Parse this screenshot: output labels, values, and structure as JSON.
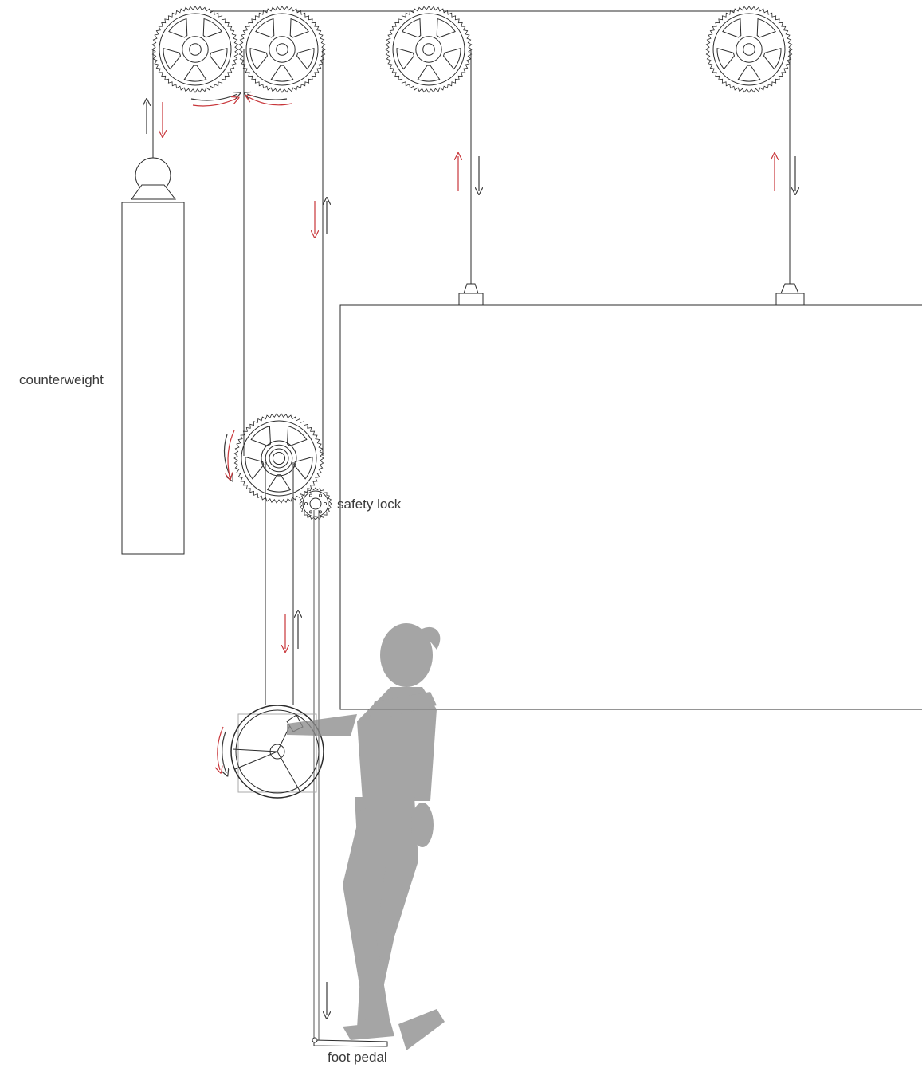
{
  "labels": {
    "counterweight": "counterweight",
    "safety_lock": "safety lock",
    "foot_pedal": "foot pedal"
  },
  "colors": {
    "line": "#2b2b2b",
    "arrow_red": "#c8363a",
    "arrow_dark": "#3a3a3a",
    "figure": "#8c8c8c",
    "background": "#ffffff"
  },
  "icons": {
    "pulley": "gear-pulley-icon",
    "handwheel": "hand-wheel-icon",
    "person": "operator-figure"
  }
}
